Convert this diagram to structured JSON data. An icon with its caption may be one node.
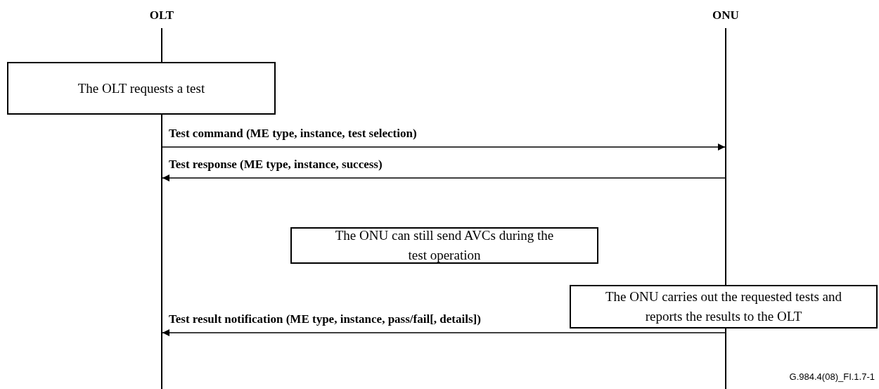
{
  "diagram": {
    "nodes": [
      {
        "text": [
          "OLT"
        ]
      },
      {
        "text": [
          "ONU"
        ]
      },
      {
        "text": [
          "The OLT requests a test"
        ]
      },
      {
        "text": [
          "The ONU can still send AVCs during the test operation"
        ]
      },
      {
        "text": [
          "The ONU carries out the requested tests and reports the results to the OLT"
        ]
      }
    ],
    "edges": [
      {
        "from": 0,
        "to": 1,
        "arrow": "to",
        "label": "Test command (ME type, instance, test selection)"
      },
      {
        "from": 1,
        "to": 0,
        "arrow": "to",
        "label": "Test response (ME type, instance, success)"
      },
      {
        "from": 1,
        "to": 0,
        "arrow": "to",
        "label": "Test result notification (ME type, instance, pass/fail[, details])"
      }
    ],
    "labels": [
      "G.984.4(08)_FI.1.7-1"
    ]
  }
}
